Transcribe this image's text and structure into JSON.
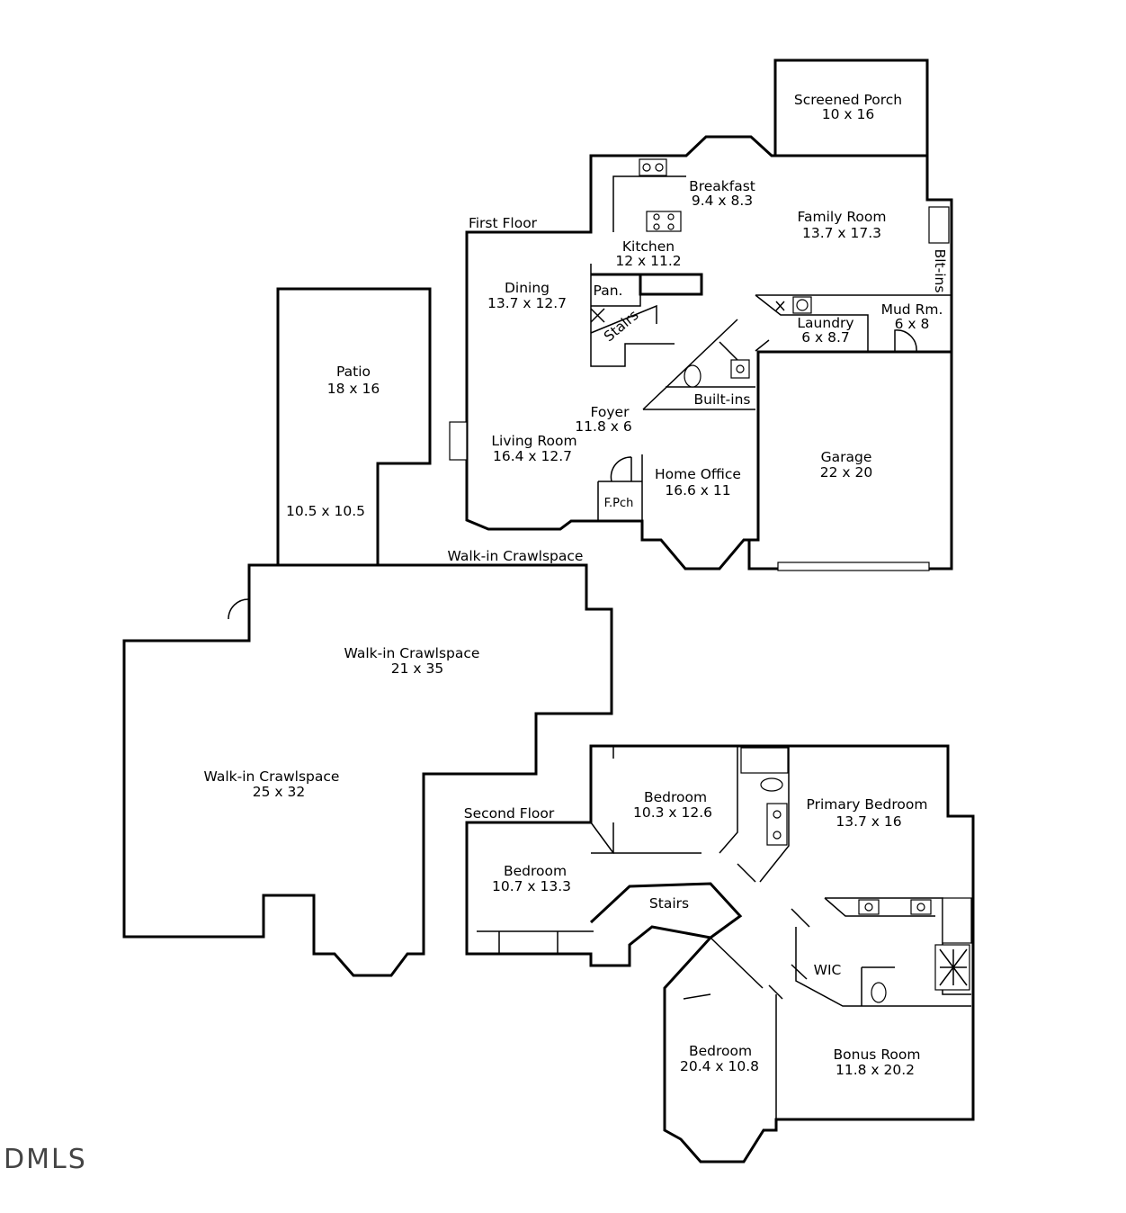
{
  "floors": {
    "first": "First Floor",
    "second": "Second Floor",
    "crawl_header": "Walk-in Crawlspace"
  },
  "rooms": {
    "screened_porch": {
      "name": "Screened Porch",
      "dims": "10 x 16"
    },
    "breakfast": {
      "name": "Breakfast",
      "dims": "9.4 x 8.3"
    },
    "family_room": {
      "name": "Family Room",
      "dims": "13.7 x 17.3"
    },
    "kitchen": {
      "name": "Kitchen",
      "dims": "12 x 11.2"
    },
    "dining": {
      "name": "Dining",
      "dims": "13.7 x 12.7"
    },
    "pantry": {
      "name": "Pan."
    },
    "stairs_first": {
      "name": "Stairs"
    },
    "laundry": {
      "name": "Laundry",
      "dims": "6 x 8.7"
    },
    "mud_room": {
      "name": "Mud Rm.",
      "dims": "6 x 8"
    },
    "blt_ins": {
      "name": "Blt-ins"
    },
    "built_ins": {
      "name": "Built-ins"
    },
    "foyer": {
      "name": "Foyer",
      "dims": "11.8 x 6"
    },
    "living_room": {
      "name": "Living Room",
      "dims": "16.4 x 12.7"
    },
    "home_office": {
      "name": "Home Office",
      "dims": "16.6 x 11"
    },
    "front_porch": {
      "name": "F.Pch"
    },
    "garage": {
      "name": "Garage",
      "dims": "22 x 20"
    },
    "patio": {
      "name": "Patio",
      "dims": "18 x 16"
    },
    "patio_lower": {
      "dims": "10.5 x 10.5"
    },
    "crawl_21": {
      "name": "Walk-in Crawlspace",
      "dims": "21 x 35"
    },
    "crawl_25": {
      "name": "Walk-in Crawlspace",
      "dims": "25 x 32"
    },
    "bedroom_a": {
      "name": "Bedroom",
      "dims": "10.3 x 12.6"
    },
    "primary_bedroom": {
      "name": "Primary Bedroom",
      "dims": "13.7 x 16"
    },
    "bedroom_b": {
      "name": "Bedroom",
      "dims": "10.7 x 13.3"
    },
    "stairs_second": {
      "name": "Stairs"
    },
    "wic": {
      "name": "WIC"
    },
    "bedroom_c": {
      "name": "Bedroom",
      "dims": "20.4 x 10.8"
    },
    "bonus_room": {
      "name": "Bonus Room",
      "dims": "11.8 x 20.2"
    }
  },
  "watermark": "DMLS"
}
